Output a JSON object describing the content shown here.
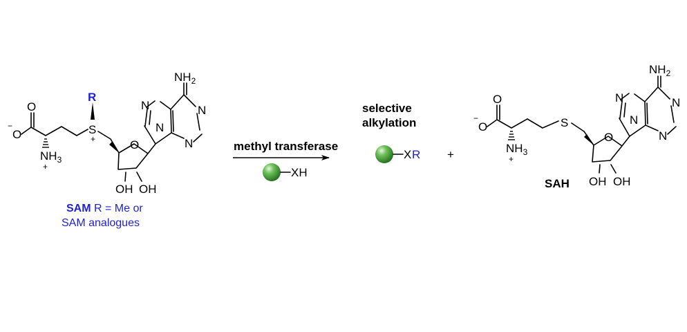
{
  "sam_molecule": {
    "atoms": {
      "carboxyl_o_top": "O",
      "carboxyl_o_minus": "O",
      "carboxyl_charge": "−",
      "amine": "NH",
      "amine_sub": "3",
      "amine_charge": "+",
      "sulfur": "S",
      "sulfur_charge": "+",
      "r_group": "R",
      "ring_o": "O",
      "oh_left": "OH",
      "oh_right": "OH",
      "nh2": "NH",
      "nh2_sub": "2",
      "n7": "N",
      "n9": "N",
      "n1": "N",
      "n3": "N"
    },
    "caption": {
      "bold_label": "SAM",
      "line1_rest": " R = Me or",
      "line2": "SAM analogues"
    }
  },
  "reaction": {
    "condition_label": "methyl transferase",
    "reagent_label": "XH",
    "colors": {
      "arrow": "#000000",
      "sphere": "#2e8b2e"
    }
  },
  "product": {
    "label_line1": "selective",
    "label_line2": "alkylation",
    "x_label": "X",
    "r_label": "R"
  },
  "plus_sign": "+",
  "sah_molecule": {
    "atoms": {
      "carboxyl_o_top": "O",
      "carboxyl_o_minus": "O",
      "carboxyl_charge": "−",
      "amine": "NH",
      "amine_sub": "3",
      "amine_charge": "+",
      "sulfur": "S",
      "ring_o": "O",
      "oh_left": "OH",
      "oh_right": "OH",
      "nh2": "NH",
      "nh2_sub": "2",
      "n7": "N",
      "n9": "N",
      "n1": "N",
      "n3": "N"
    },
    "label": "SAH"
  },
  "colors": {
    "accent_blue": "#1f1fd6",
    "text": "#000000",
    "sphere_green": "#2e8b2e"
  }
}
